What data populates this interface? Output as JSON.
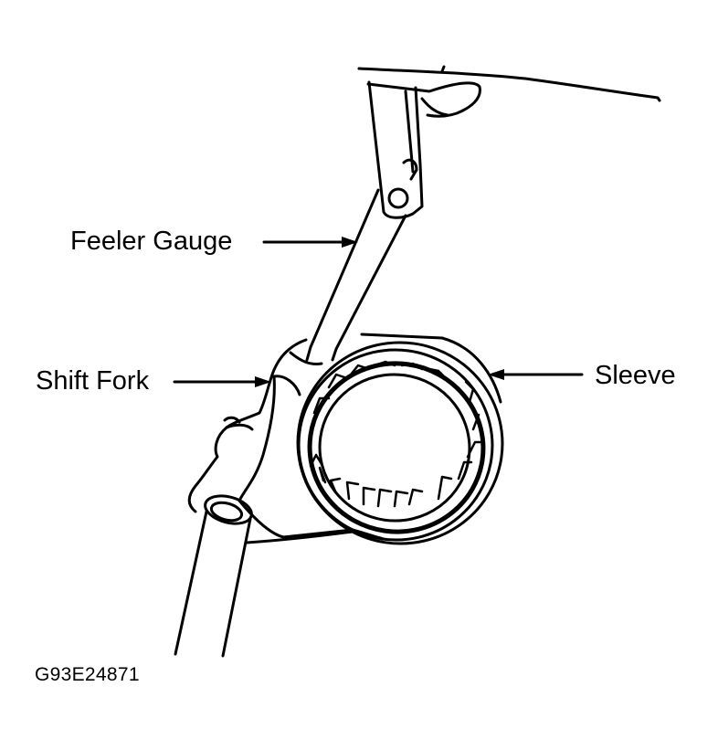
{
  "labels": {
    "feeler_gauge": "Feeler Gauge",
    "shift_fork": "Shift Fork",
    "sleeve": "Sleeve"
  },
  "figure_id": "G93E24871",
  "colors": {
    "ink": "#000000",
    "background": "#ffffff"
  }
}
